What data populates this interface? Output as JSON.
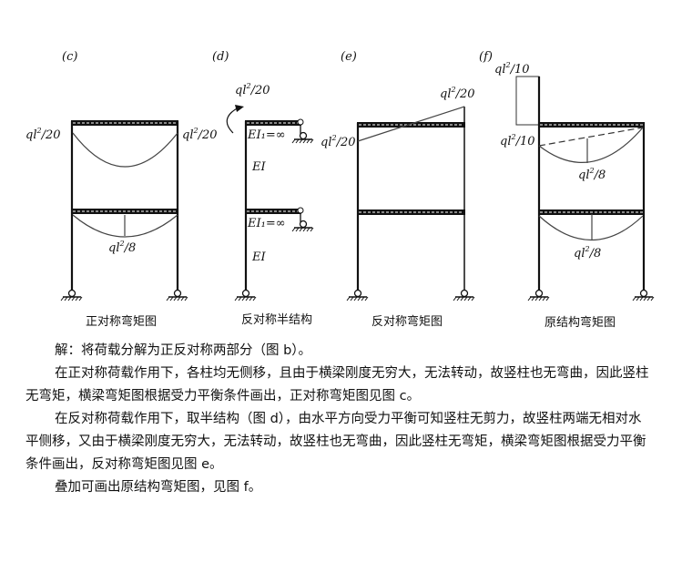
{
  "figures": {
    "c": {
      "tag": "(c)",
      "left": {
        "base": "ql",
        "sup": "2",
        "rest": "/20"
      },
      "right": {
        "base": "ql",
        "sup": "2",
        "rest": "/20"
      },
      "mid": {
        "base": "ql",
        "sup": "2",
        "rest": "/8"
      },
      "caption": "正对称弯矩图"
    },
    "d": {
      "tag": "(d)",
      "moment": {
        "base": "ql",
        "sup": "2",
        "rest": "/20"
      },
      "ei1_top": "EI₁=∞",
      "ei_top": "EI",
      "ei1_bot": "EI₁=∞",
      "ei_bot": "EI",
      "caption": "反对称半结构"
    },
    "e": {
      "tag": "(e)",
      "right": {
        "base": "ql",
        "sup": "2",
        "rest": "/20"
      },
      "left": {
        "base": "ql",
        "sup": "2",
        "rest": "/20"
      },
      "caption": "反对称弯矩图"
    },
    "f": {
      "tag": "(f)",
      "top": {
        "base": "ql",
        "sup": "2",
        "rest": "/10"
      },
      "left": {
        "base": "ql",
        "sup": "2",
        "rest": "/10"
      },
      "mid_top": {
        "base": "ql",
        "sup": "2",
        "rest": "/8"
      },
      "mid_bot": {
        "base": "ql",
        "sup": "2",
        "rest": "/8"
      },
      "caption": "原结构弯矩图"
    }
  },
  "text": {
    "p1": "解：将荷载分解为正反对称两部分（图 b）。",
    "p2": "在正对称荷载作用下，各柱均无侧移，且由于横梁刚度无穷大，无法转动，故竖柱也无弯曲，因此竖柱无弯矩，横梁弯矩图根据受力平衡条件画出，正对称弯矩图见图 c。",
    "p3": "在反对称荷载作用下，取半结构（图 d），由水平方向受力平衡可知竖柱无剪力，故竖柱两端无相对水平侧移，又由于横梁刚度无穷大，无法转动，故竖柱也无弯曲，因此竖柱无弯矩，横梁弯矩图根据受力平衡条件画出，反对称弯矩图见图 e。",
    "p4": "叠加可画出原结构弯矩图，见图 f。"
  }
}
